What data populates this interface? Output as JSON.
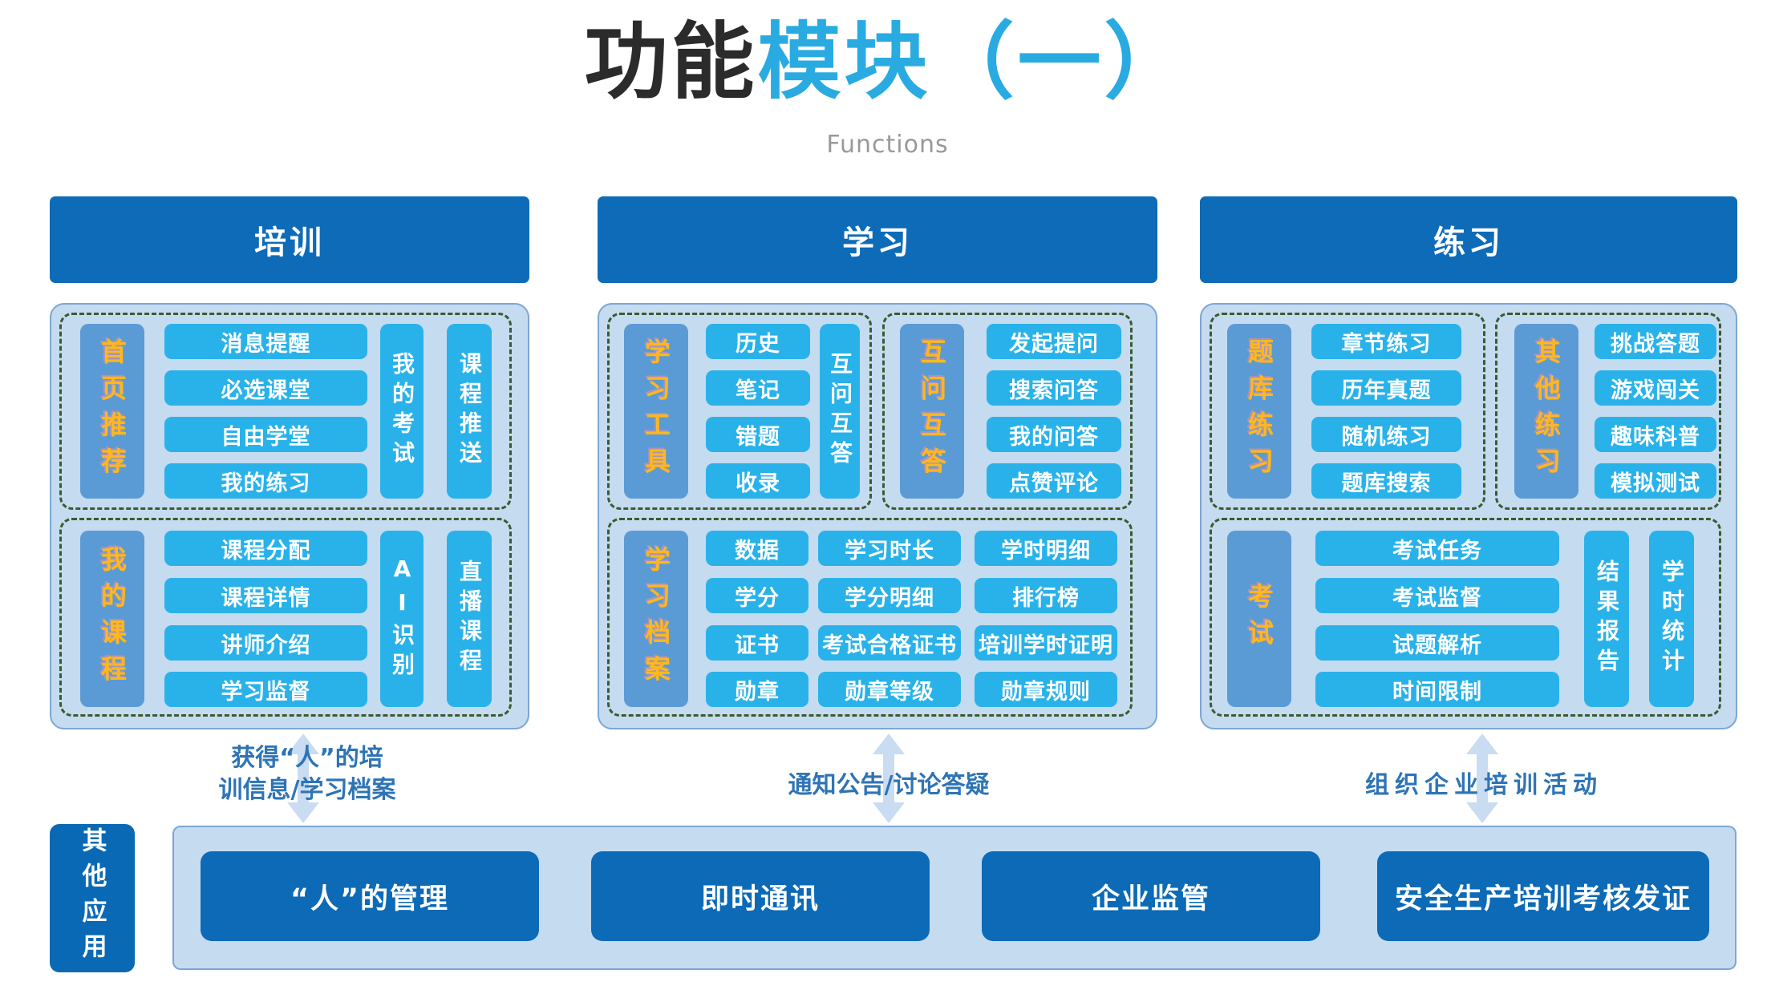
{
  "title": {
    "part1": "功能",
    "part2": "模块（一）",
    "subtitle": "Functions"
  },
  "columns": [
    {
      "header": "培训",
      "groups": [
        {
          "label": "首页推荐",
          "rows": [
            "消息提醒",
            "必选课堂",
            "自由学堂",
            "我的练习"
          ],
          "vbuttons": [
            "我的考试",
            "课程推送"
          ]
        },
        {
          "label": "我的课程",
          "rows": [
            "课程分配",
            "课程详情",
            "讲师介绍",
            "学习监督"
          ],
          "vbuttons": [
            "AI识别",
            "直播课程"
          ]
        }
      ]
    },
    {
      "header": "学习",
      "groups": [
        {
          "label": "学习工具",
          "rows": [
            "历史",
            "笔记",
            "错题",
            "收录"
          ],
          "vbuttons": [
            "互问互答"
          ]
        },
        {
          "label": "互问互答",
          "rows": [
            "发起提问",
            "搜索问答",
            "我的问答",
            "点赞评论"
          ]
        },
        {
          "label": "学习档案",
          "grid": [
            [
              "数据",
              "学习时长",
              "学时明细"
            ],
            [
              "学分",
              "学分明细",
              "排行榜"
            ],
            [
              "证书",
              "考试合格证书",
              "培训学时证明"
            ],
            [
              "勋章",
              "勋章等级",
              "勋章规则"
            ]
          ]
        }
      ]
    },
    {
      "header": "练习",
      "groups": [
        {
          "label": "题库练习",
          "rows": [
            "章节练习",
            "历年真题",
            "随机练习",
            "题库搜索"
          ]
        },
        {
          "label": "其他练习",
          "rows": [
            "挑战答题",
            "游戏闯关",
            "趣味科普",
            "模拟测试"
          ]
        },
        {
          "label": "考试",
          "rows": [
            "考试任务",
            "考试监督",
            "试题解析",
            "时间限制"
          ],
          "vbuttons": [
            "结果报告",
            "学时统计"
          ]
        }
      ]
    }
  ],
  "connectors": [
    {
      "line1": "获得“人”的培",
      "line2": "训信息/学习档案"
    },
    {
      "label": "通知公告/讨论答疑"
    },
    {
      "label": "组织企业培训活动"
    }
  ],
  "bottom": {
    "tab": "其他应用",
    "buttons": [
      "“人”的管理",
      "即时通讯",
      "企业监管",
      "安全生产培训考核发证"
    ]
  },
  "colors": {
    "brand_blue": "#0e6bb8",
    "node_cyan": "#29b2ea",
    "group_label_blue": "#5b9bd5",
    "panel_bg": "#c5dbf0",
    "panel_border": "#7ea6d3",
    "dashed_green": "#3c5a30",
    "accent_orange": "#ffb81c",
    "arrow_blue": "#c9dcf2",
    "connector_text_blue": "#2e74b5",
    "title_dark": "#2b2b2b",
    "title_cyan": "#29abe2",
    "subtitle_gray": "#999999"
  }
}
